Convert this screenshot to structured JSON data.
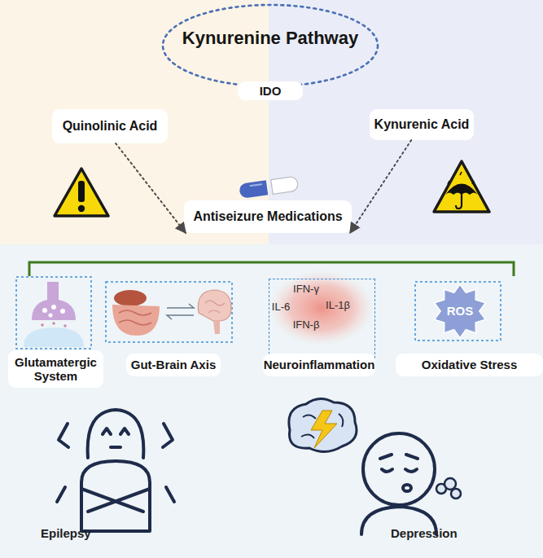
{
  "diagram": {
    "nodes": [
      {
        "text": [
          "Kynurenine Pathway"
        ]
      },
      {
        "text": [
          "IDO"
        ]
      },
      {
        "text": [
          "Quinolinic Acid"
        ]
      },
      {
        "text": [
          "Kynurenic Acid"
        ]
      },
      {
        "text": [
          "Antiseizure Medications"
        ]
      },
      {
        "text": [
          "IFN-γ",
          "IL-6",
          "IL-1β",
          "IFN-β"
        ]
      },
      {
        "text": [
          "ROS"
        ]
      },
      {
        "text": [
          "Glutamatergic System"
        ]
      },
      {
        "text": [
          "Gut-Brain Axis"
        ]
      },
      {
        "text": [
          "Neuroinflammation"
        ]
      },
      {
        "text": [
          "Oxidative Stress"
        ]
      }
    ],
    "edges": [
      {
        "from": 2,
        "to": 4,
        "arrow": "to"
      },
      {
        "from": 3,
        "to": 4,
        "arrow": "to"
      }
    ],
    "labels": [
      "Epilepsy",
      "Depression"
    ]
  }
}
